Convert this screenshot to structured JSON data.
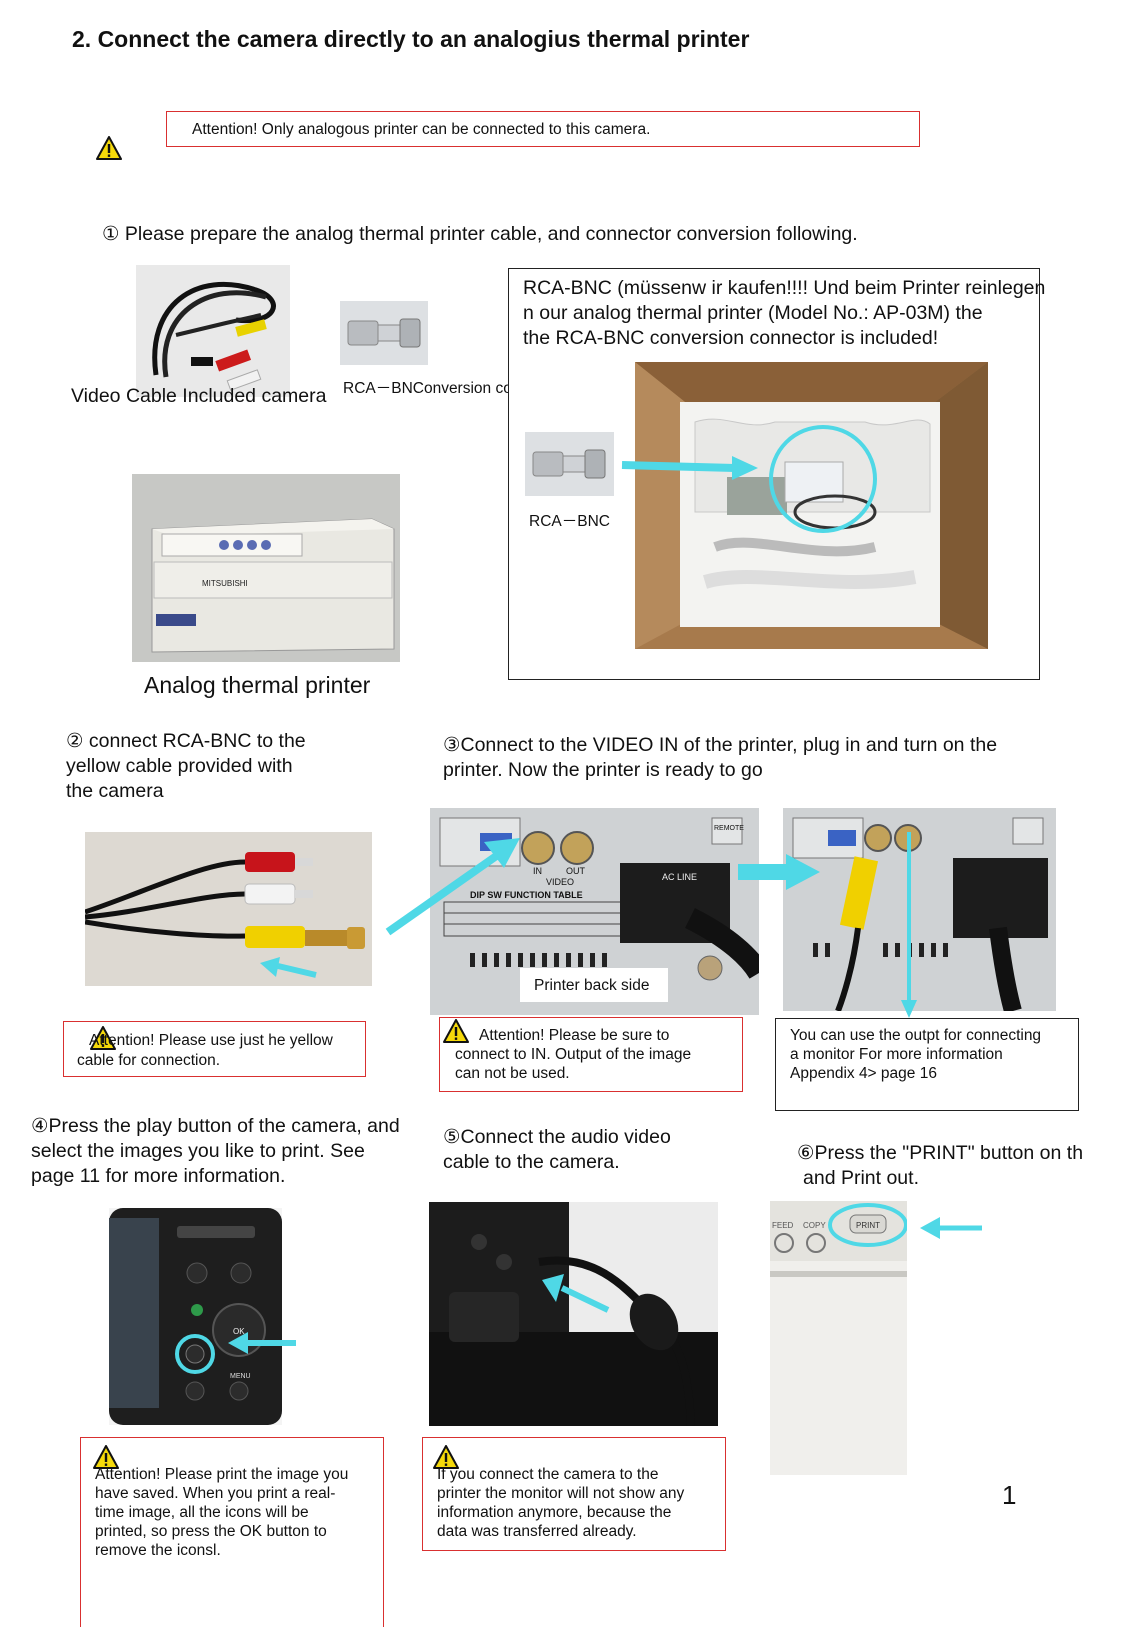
{
  "page": {
    "title": "2. Connect the camera directly to an analogius thermal printer",
    "page_number": "1"
  },
  "top_attention": "Attention! Only analogous printer can be connected to this camera.",
  "step1": "① Please prepare the analog thermal printer cable, and connector conversion following.",
  "captions": {
    "video_cable": "Video Cable Included camera",
    "conversion_connector": "RCA－BNConversion connector",
    "printer": "Analog thermal printer",
    "rca_bnc": "RCA－BNC",
    "printer_back": "Printer back side"
  },
  "info_box": {
    "line1": "RCA-BNC (müssenw ir kaufen!!!! Und beim Printer reinlegen",
    "line2": "n our analog thermal printer (Model No.: AP-03M) the",
    "line3": "the RCA-BNC conversion connector  is included!"
  },
  "step2": {
    "line1": "② connect RCA-BNC to the",
    "line2": "yellow cable provided with",
    "line3": "the camera"
  },
  "step3": {
    "line1": "③Connect to the VIDEO IN of the printer, plug in and turn on the",
    "line2": "printer. Now the printer is ready to go"
  },
  "notes": {
    "yellow_cable_1": "Attention! Please use just he yellow",
    "yellow_cable_2": "cable for connection.",
    "connect_in_1": "Attention! Please be sure to",
    "connect_in_2": "connect to IN. Output of the image",
    "connect_in_3": "can not be used.",
    "monitor_1": "You can use the outpt for connecting",
    "monitor_2": "a monitor For more information",
    "monitor_3": "Appendix 4> page 16"
  },
  "step4": {
    "line1": "④Press the play button of the camera, and",
    "line2": "select the images you like to print. See",
    "line3": "page 11 for more information."
  },
  "step5": {
    "line1": "⑤Connect the audio video",
    "line2": "cable  to the camera."
  },
  "step6": {
    "line1": "⑥Press the \"PRINT\" button on th",
    "line2": "and Print out."
  },
  "bottom_notes": {
    "saved_1": "Attention! Please print the image you",
    "saved_2": "have saved. When you print a real-",
    "saved_3": "time image, all the icons will be",
    "saved_4": "printed, so press the OK button to",
    "saved_5": "remove the iconsl.",
    "transfer_1": "If you connect the camera to the",
    "transfer_2": "printer the monitor will not show any",
    "transfer_3": "information anymore, because the",
    "transfer_4": "data was transferred already."
  },
  "photo_labels": {
    "dip_sw": "DIP SW  FUNCTION  TABLE",
    "video": "VIDEO",
    "in": "IN",
    "out": "OUT",
    "ac_line": "AC LINE",
    "remote": "REMOTE",
    "print_btn": "PRINT",
    "feed": "FEED",
    "copy": "COPY",
    "menu": "MENU",
    "ok": "OK",
    "brand": "MITSUBISHI"
  },
  "colors": {
    "accent_cyan": "#4fd8e6",
    "attention_red": "#d93030",
    "warning_yellow": "#f5d90a"
  }
}
